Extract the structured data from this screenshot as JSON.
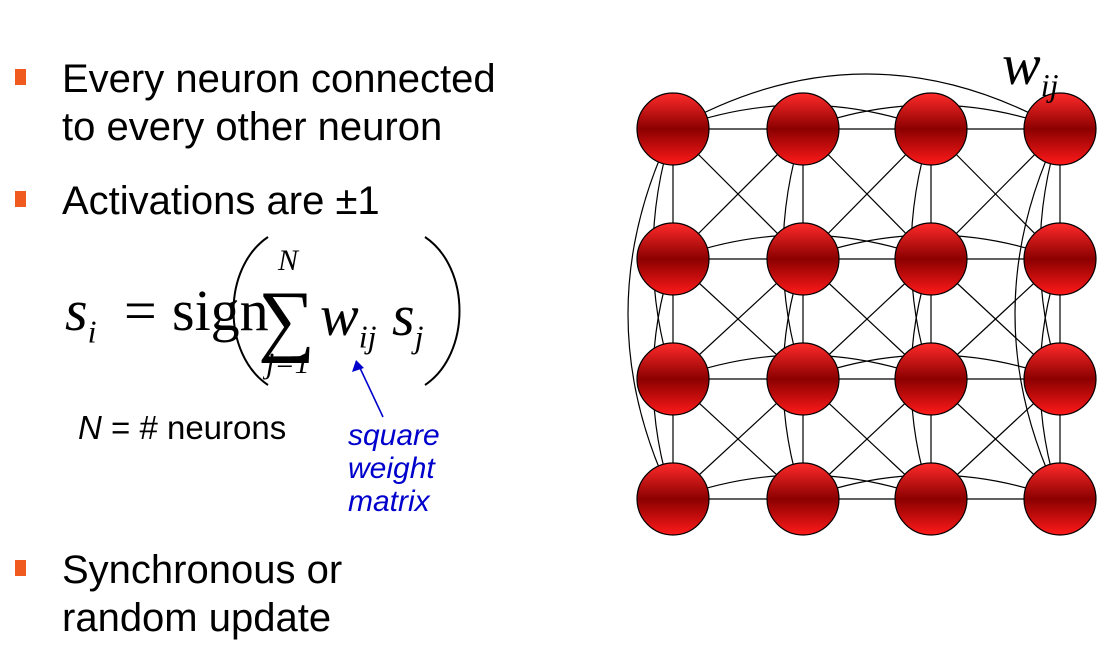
{
  "colors": {
    "bullet": "#f05a1e",
    "annotation": "#0000cc",
    "node": "#cc0000"
  },
  "bullets": [
    {
      "line1": "Every neuron connected",
      "line2": "to every other neuron"
    },
    {
      "line1": "Activations are ±1"
    },
    {
      "line1": "Synchronous or",
      "line2": "random update"
    }
  ],
  "formula": {
    "lhs_var": "s",
    "lhs_sub": "i",
    "eq": "=",
    "func": "sign",
    "sum_upper": "N",
    "sum_lower": "j=1",
    "sigma": "∑",
    "w": "w",
    "w_sub": "ij",
    "s": "s",
    "s_sub": "j"
  },
  "n_def": {
    "var": "N",
    "rest": " = # neurons"
  },
  "annotation": [
    "square",
    "weight",
    "matrix"
  ],
  "diagram": {
    "weight_label": "w",
    "weight_sub": "ij",
    "rows": 4,
    "cols": 4
  }
}
